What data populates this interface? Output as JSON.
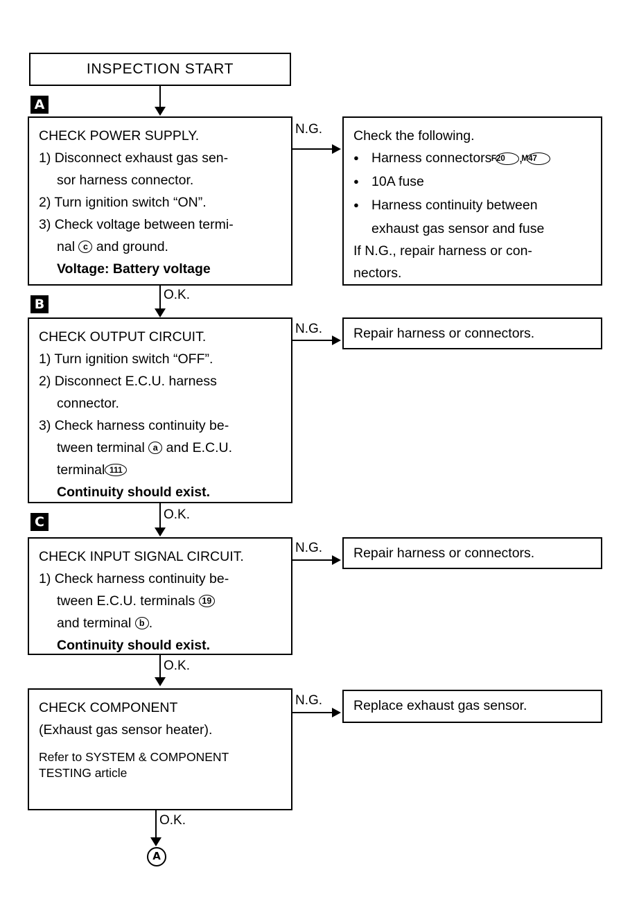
{
  "diagram": {
    "title": "INSPECTION START",
    "ok_label": "O.K.",
    "ng_label": "N.G.",
    "end_marker": "A",
    "colors": {
      "ink": "#000000",
      "paper": "#ffffff"
    }
  },
  "sections": {
    "a_badge": "A",
    "b_badge": "B",
    "c_badge": "C"
  },
  "step_a": {
    "heading": "CHECK POWER SUPPLY.",
    "item1_a": "1) Disconnect exhaust gas sen-",
    "item1_b": "sor harness connector.",
    "item2": "2) Turn ignition switch “ON”.",
    "item3_a": "3) Check voltage between termi-",
    "item3_b_pre": "nal",
    "item3_terminal": "c",
    "item3_b_post": "and ground.",
    "result": "Voltage: Battery voltage"
  },
  "step_a_ng": {
    "heading": "Check the following.",
    "bullet1_pre": "Harness connectors",
    "bullet1_conn1": "F20",
    "bullet1_sep": ",",
    "bullet1_conn2": "M47",
    "bullet2": "10A fuse",
    "bullet3_a": "Harness continuity between",
    "bullet3_b": "exhaust gas sensor and fuse",
    "footer_a": "If N.G., repair harness or con-",
    "footer_b": "nectors."
  },
  "step_b": {
    "heading": "CHECK OUTPUT CIRCUIT.",
    "item1": "1) Turn ignition switch “OFF”.",
    "item2_a": "2) Disconnect E.C.U. harness",
    "item2_b": "connector.",
    "item3_a": "3) Check harness continuity be-",
    "item3_b_pre": "tween terminal",
    "item3_terminal": "a",
    "item3_b_post": "and E.C.U.",
    "item3_c_pre": "terminal",
    "item3_ecu_terminal": "111",
    "result": "Continuity should exist."
  },
  "step_b_ng": {
    "text": "Repair harness or connectors."
  },
  "step_c": {
    "heading": "CHECK INPUT SIGNAL CIRCUIT.",
    "item1_a": "1) Check harness continuity be-",
    "item1_b_pre": "tween E.C.U. terminals",
    "item1_ecu_terminal": "19",
    "item1_c_pre": "and terminal",
    "item1_terminal": "b",
    "item1_c_post": ".",
    "result": "Continuity should exist."
  },
  "step_c_ng": {
    "text": "Repair harness or connectors."
  },
  "step_d": {
    "heading": "CHECK COMPONENT",
    "subheading": "(Exhaust gas sensor heater).",
    "note_a": "Refer to SYSTEM & COMPONENT",
    "note_b": "TESTING article"
  },
  "step_d_ng": {
    "text": "Replace exhaust gas sensor."
  }
}
